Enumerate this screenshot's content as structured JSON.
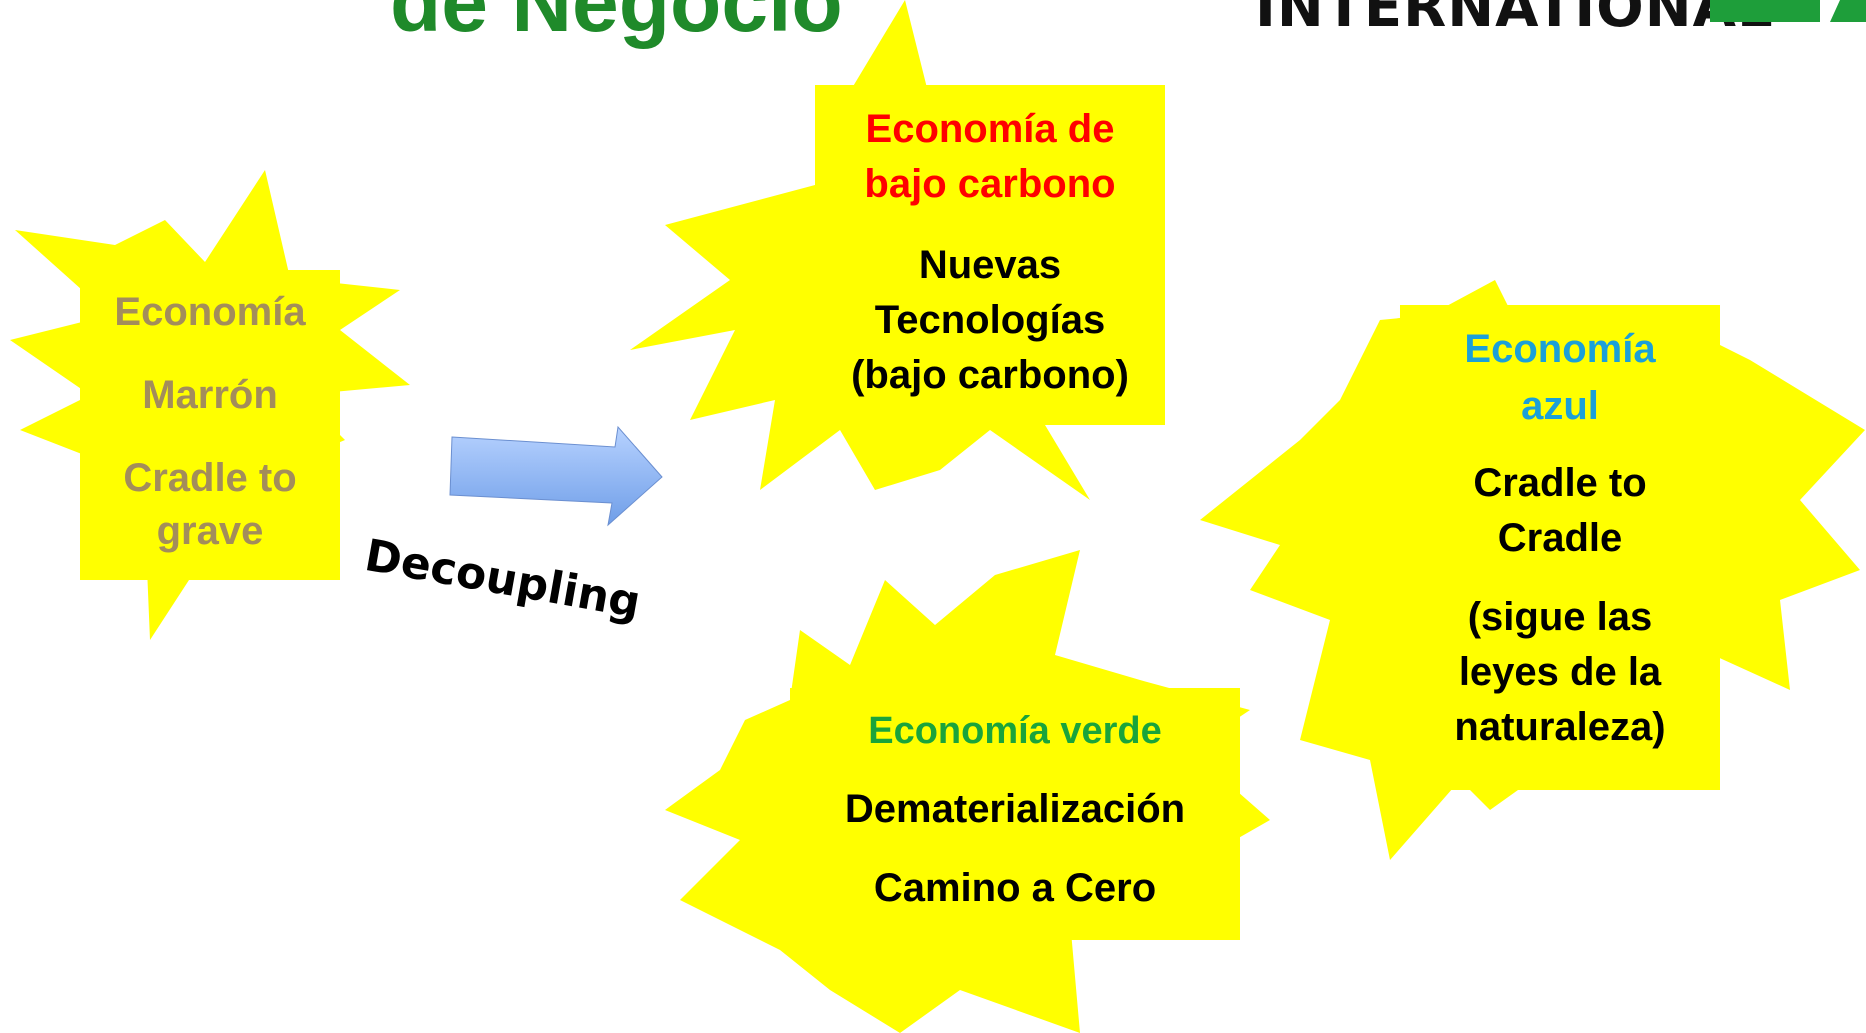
{
  "title": {
    "text": "de Negocio",
    "color": "#1f8a2a"
  },
  "logo": {
    "text": "INTERNATIONAL",
    "text_color": "#111111",
    "accent": "#1e9e3a"
  },
  "arrow": {
    "label": "Decoupling",
    "fill_top": "#b7d2ff",
    "fill_bottom": "#6f9ee8"
  },
  "burst_color": "#ffff00",
  "nodes": {
    "brown": {
      "lines": [
        "Economía",
        "Marrón",
        "Cradle to",
        "grave"
      ],
      "color": "#a38d5b"
    },
    "low_carbon": {
      "heading": [
        "Economía de",
        "bajo carbono"
      ],
      "heading_color": "#ff0000",
      "body": [
        "Nuevas",
        "Tecnologías",
        "(bajo carbono)"
      ],
      "body_color": "#000000"
    },
    "green": {
      "heading": "Economía verde",
      "heading_color": "#1aa43b",
      "body": [
        "Dematerialización",
        "Camino a Cero"
      ],
      "body_color": "#000000"
    },
    "blue": {
      "heading": [
        "Economía",
        "azul"
      ],
      "heading_color": "#1ba0d8",
      "body": [
        "Cradle to",
        "Cradle",
        "(sigue las",
        "leyes de la",
        "naturaleza)"
      ],
      "body_color": "#000000"
    }
  }
}
